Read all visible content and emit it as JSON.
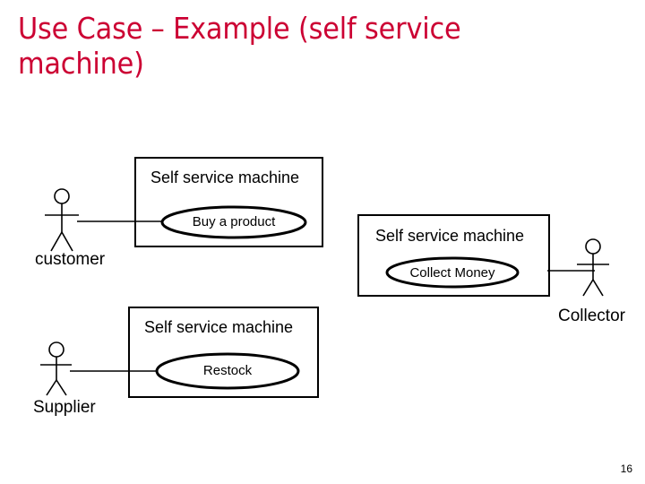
{
  "slide": {
    "title": "Use Case – Example (self service machine)",
    "title_color": "#CC0033",
    "page_number": "16"
  },
  "diagram": {
    "type": "uml-use-case",
    "line_color": "#000000",
    "groups": [
      {
        "id": "buy-a-product",
        "system_label": "Self service machine",
        "use_case_label": "Buy a product",
        "actor_label": "customer",
        "actor_side": "left"
      },
      {
        "id": "collect-money",
        "system_label": "Self service machine",
        "use_case_label": "Collect Money",
        "actor_label": "Collector",
        "actor_side": "right"
      },
      {
        "id": "restock",
        "system_label": "Self service machine",
        "use_case_label": "Restock",
        "actor_label": "Supplier",
        "actor_side": "left"
      }
    ]
  }
}
